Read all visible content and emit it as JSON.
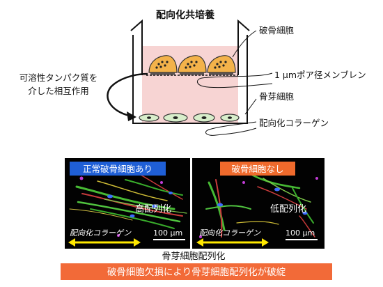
{
  "top_title": "配向化共培養",
  "labels": {
    "osteoclast": "破骨細胞",
    "membrane": "1 μmポア径メンブレン",
    "osteoblast": "骨芽細胞",
    "collagen": "配向化コラーゲン",
    "soluble_line1": "可溶性タンパク質を",
    "soluble_line2": "介した相互作用"
  },
  "panels": [
    {
      "tag": "正常破骨細胞あり",
      "tag_color": "#1f5fd6",
      "orientation_label": "高配列化",
      "collagen_label": "配向化コラーゲン",
      "scale": "100 μm"
    },
    {
      "tag": "破骨細胞なし",
      "tag_color": "#ef6a2c",
      "orientation_label": "低配列化",
      "collagen_label": "配向化コラーゲン",
      "scale": "100 μm"
    }
  ],
  "bottom_caption": "骨芽細胞配列化",
  "conclusion": "破骨細胞欠損により骨芽細胞配列化が破綻",
  "colors": {
    "medium": "#f7d4d3",
    "osteoclast_fill": "#f3b24a",
    "osteoblast_fill": "#d8eecb",
    "conclusion_bg": "#f26a38",
    "arrow_yellow": "#ffe800"
  }
}
